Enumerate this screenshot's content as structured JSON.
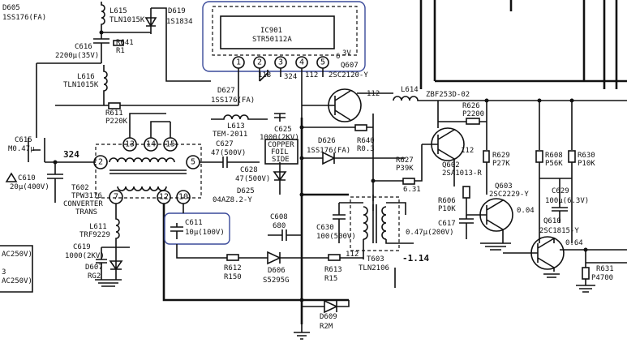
{
  "ic": {
    "ref": "IC901",
    "part": "STR50112A",
    "pins": [
      "1",
      "2",
      "3",
      "4",
      "5"
    ],
    "pin6": "6",
    "pin6_extra": "3V"
  },
  "labels": {
    "d605_ref": "D605",
    "d605_part": "1SS176(FA)",
    "l615_ref": "L615",
    "l615_part": "TLN1015K",
    "d619_ref": "D619",
    "d619_part": "1S1834",
    "c616_ref": "C616",
    "c616_val": "2200μ(35V)",
    "r641_ref": "R641",
    "r641_val": "R1",
    "l616_ref": "L616",
    "l616_part": "TLN1015K",
    "r611_ref": "R611",
    "r611_val": "P220K",
    "c615_ref": "C615",
    "c615_val": "M0.47μ",
    "v324": "324",
    "c610_ref": "C610",
    "c610_val": "20μ(400V)",
    "t602_ref": "T602",
    "t602_part": "TPW3176",
    "t602_d1": "CONVERTER",
    "t602_d2": "TRANS",
    "l611_ref": "L611",
    "l611_part": "TRF9229",
    "c619_ref": "C619",
    "c619_val": "1000(2KV)",
    "d607_ref": "D607",
    "d607_part": "RG2",
    "ac1": "AC250V)",
    "ac2_num": "3",
    "ac2": "AC250V)",
    "d627_ref": "D627",
    "d627_part": "1SS176(FA)",
    "v113": "113",
    "v324b": "324",
    "v112a": "112",
    "q607_ref": "Q607",
    "q607_part": "2SC2120-Y",
    "l613_ref": "L613",
    "l613_part": "TEM-2011",
    "c625_ref": "C625",
    "c625_val": "1000(2KV)",
    "c627_ref": "C627",
    "c627_val": "47(500V)",
    "copper1": "COPPER",
    "copper2": "FOIL",
    "copper3": "SIDE",
    "d626_ref": "D626",
    "d626_part": "1SS176(FA)",
    "r640_ref": "R640",
    "r640_val": "R0.3",
    "c628_ref": "C628",
    "c628_val": "47(500V)",
    "d625_ref": "D625",
    "d625_part": "04AZ8.2-Y",
    "v112b": "112",
    "l614_ref": "L614",
    "l614_part": "ZBF253D-02",
    "r626_ref": "R626",
    "r626_val": "P2200",
    "q602_ref": "Q602",
    "q602_part": "2SA1013-R",
    "v112c": "112",
    "r629_ref": "R629",
    "r629_val": "P27K",
    "r627_ref": "R627",
    "r627_val": "P39K",
    "v631": "6.31",
    "r608_ref": "R608",
    "r608_val": "P56K",
    "r630_ref": "R630",
    "r630_val": "P10K",
    "r606_ref": "R606",
    "r606_val": "P10K",
    "q603_ref": "Q603",
    "q603_part": "2SC2229-Y",
    "c629_ref": "C629",
    "c629_val": "100μ(6.3V)",
    "v004": "0.04",
    "c611_ref": "C611",
    "c611_val": "10μ(100V)",
    "c608_ref": "C608",
    "c608_val": "680",
    "c630_ref": "C630",
    "c630_val": "100(500V)",
    "c617_ref": "C617",
    "c617_val": "0.47μ(200V)",
    "q610_ref": "Q610",
    "q610_part": "2SC1815-Y",
    "v064": "0.64",
    "r612_ref": "R612",
    "r612_val": "R150",
    "d606_ref": "D606",
    "d606_part": "S5295G",
    "r613_ref": "R613",
    "r613_val": "R15",
    "t603_ref": "T603",
    "t603_part": "TLN2106",
    "v112d": "112",
    "v114": "-1.14",
    "r631_ref": "R631",
    "r631_val": "P4700",
    "d609_ref": "D609",
    "d609_part": "R2M"
  },
  "t602_pins": [
    "13",
    "14",
    "15",
    "2",
    "5",
    "7",
    "12",
    "10"
  ]
}
